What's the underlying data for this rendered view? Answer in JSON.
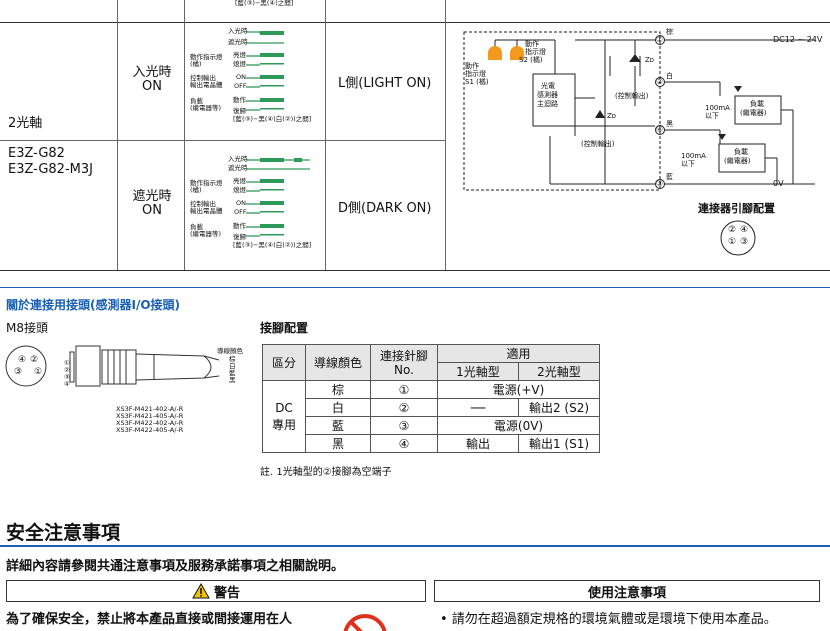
{
  "table_top": {
    "top_note": "[藍(③)−黑(④)之間]",
    "model_axis": "2光軸",
    "model_names": [
      "E3Z-G82",
      "E3Z-G82-M3J"
    ],
    "rows": [
      {
        "mode": [
          "入光時",
          "ON"
        ],
        "output": "L側(LIGHT ON)",
        "timing": {
          "top_labels": [
            "入光時",
            "遮光時"
          ],
          "indicator_label": "動作指示燈",
          "indicator_sub": "(橘)",
          "indicator_states": [
            "亮燈",
            "熄燈"
          ],
          "control_label": "控制輸出",
          "control_sub": "輸出電晶體",
          "control_states": [
            "ON",
            "OFF"
          ],
          "load_label": "負載",
          "load_sub": "(繼電器等)",
          "load_states": [
            "動作",
            "復歸"
          ],
          "note": "[藍(③)−黑(④(白(②))之間]"
        }
      },
      {
        "mode": [
          "遮光時",
          "ON"
        ],
        "output": "D側(DARK ON)",
        "timing": {
          "top_labels": [
            "入光時",
            "遮光時"
          ],
          "indicator_label": "動作指示燈",
          "indicator_sub": "(橘)",
          "indicator_states": [
            "亮燈",
            "熄燈"
          ],
          "control_label": "控制輸出",
          "control_sub": "輸出電晶體",
          "control_states": [
            "ON",
            "OFF"
          ],
          "load_label": "負載",
          "load_sub": "(繼電器等)",
          "load_states": [
            "動作",
            "復歸"
          ],
          "note": "[藍(③)−黑(④(白(②))之間]"
        }
      }
    ]
  },
  "circuit": {
    "wire_brown": "棕",
    "wire_white": "白",
    "wire_black": "黑",
    "wire_blue": "藍",
    "pins": [
      "①",
      "②",
      "④",
      "③"
    ],
    "supply": "DC12 ~ 24V",
    "zero_v": "0V",
    "indicator1": [
      "動作",
      "指示燈",
      "S1 (橘)"
    ],
    "indicator2": [
      "動作",
      "指示燈",
      "S2 (橘)"
    ],
    "main_circuit": [
      "光電",
      "感測器",
      "主迴路"
    ],
    "zd": "Zᴅ",
    "ctrl_out": "(控制輸出)",
    "current": [
      "100mA",
      "以下"
    ],
    "load": [
      "負載",
      "(繼電器)"
    ],
    "connector_title": "連接器引腳配置",
    "connector_pins": [
      "②",
      "④",
      "①",
      "③"
    ]
  },
  "connector_section": {
    "heading": "關於連接用接頭(感測器I/O接頭)",
    "m8_title": "M8接頭",
    "m8_pins": [
      "④",
      "②",
      "③",
      "①"
    ],
    "side_pins": [
      "①",
      "②",
      "③",
      "④"
    ],
    "lead_color_label": "導線顏色",
    "lead_colors": [
      "棕",
      "白",
      "藍",
      "黑"
    ],
    "part_numbers": [
      "XS3F-M421-402-A/-R",
      "XS3F-M421-405-A/-R",
      "XS3F-M422-402-A/-R",
      "XS3F-M422-405-A/-R"
    ],
    "pin_config_title": "接腳配置",
    "table": {
      "h_class": "區分",
      "h_color": "導線顏色",
      "h_pin": [
        "連接針腳",
        "No."
      ],
      "h_apply": "適用",
      "h_1axis": "1光軸型",
      "h_2axis": "2光軸型",
      "class_label": [
        "DC",
        "專用"
      ],
      "rows": [
        {
          "color": "棕",
          "pin": "①",
          "merged": "電源(+V)"
        },
        {
          "color": "白",
          "pin": "②",
          "a1": "──",
          "a2": "輸出2 (S2)"
        },
        {
          "color": "藍",
          "pin": "③",
          "merged": "電源(0V)"
        },
        {
          "color": "黑",
          "pin": "④",
          "a1": "輸出",
          "a2": "輸出1 (S1)"
        }
      ]
    },
    "note": "註. 1光軸型的②接腳為空端子"
  },
  "safety": {
    "title": "安全注意事項",
    "subtitle": "詳細內容請參閱共通注意事項及服務承諾事項之相關說明。",
    "warning_head": "警告",
    "warning_text": "為了確保安全，禁止將本產品直接或間接運用在人",
    "usage_head": "使用注意事項",
    "usage_text": "• 請勿在超過額定規格的環境氣體或是環境下使用本產品。"
  },
  "colors": {
    "accent_blue": "#1a5fb4",
    "signal_green": "#2e9a5a",
    "led_orange": "#f39a1e",
    "warning_yellow": "#f5c400",
    "prohibit_red": "#e0301e"
  }
}
